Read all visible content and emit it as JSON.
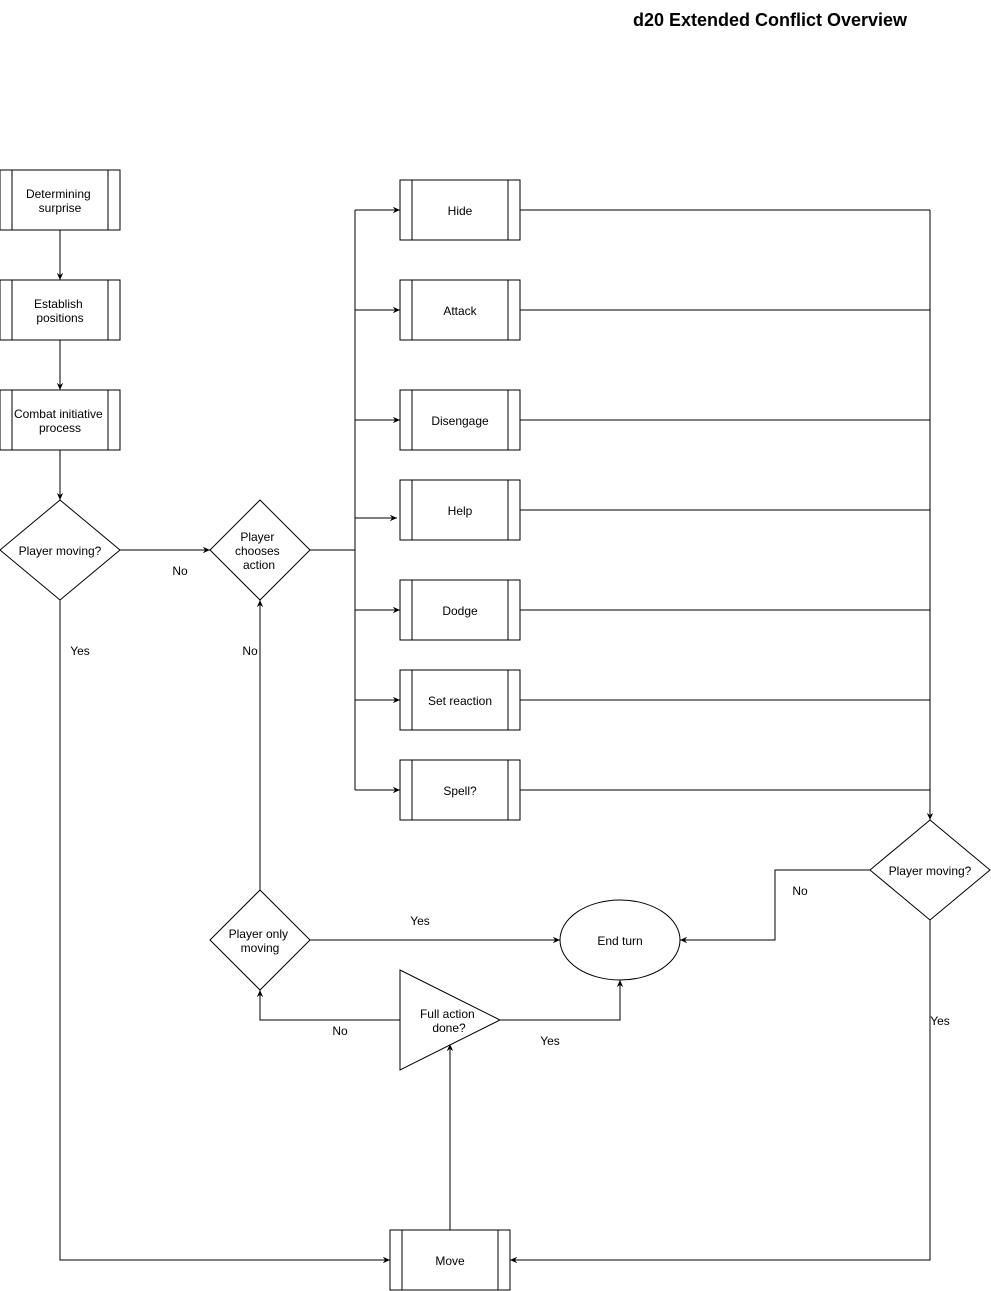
{
  "title": "d20 Extended Conflict Overview",
  "nodes": {
    "determining_surprise": [
      "Determining",
      "surprise"
    ],
    "establish_positions": [
      "Establish",
      "positions"
    ],
    "combat_initiative": [
      "Combat initiative",
      "process"
    ],
    "player_moving_1": [
      "Player moving?"
    ],
    "player_chooses_action": [
      "Player",
      "chooses",
      "action"
    ],
    "hide": [
      "Hide"
    ],
    "attack": [
      "Attack"
    ],
    "disengage": [
      "Disengage"
    ],
    "help": [
      "Help"
    ],
    "dodge": [
      "Dodge"
    ],
    "set_reaction": [
      "Set reaction"
    ],
    "spell": [
      "Spell?"
    ],
    "player_moving_2": [
      "Player moving?"
    ],
    "player_only_moving": [
      "Player only",
      "moving"
    ],
    "end_turn": [
      "End turn"
    ],
    "full_action_done": [
      "Full action",
      "done?"
    ],
    "move": [
      "Move"
    ]
  },
  "edge_labels": {
    "moving1_no": "No",
    "moving1_yes": "Yes",
    "only_moving_no": "No",
    "only_moving_yes": "Yes",
    "full_action_no": "No",
    "full_action_yes": "Yes",
    "moving2_no": "No",
    "moving2_yes": "Yes"
  }
}
